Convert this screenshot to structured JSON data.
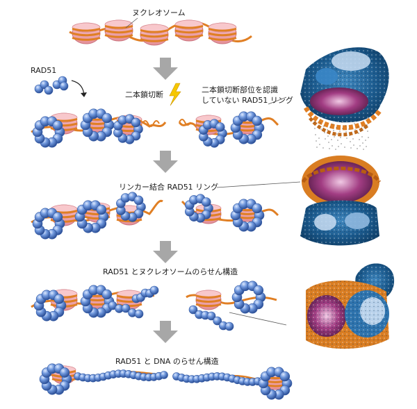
{
  "labels": {
    "nucleosome": "ヌクレオソーム",
    "rad51": "RAD51",
    "dsb": "二本鎖切断",
    "ring_not_recognizing": [
      "二本鎖切断部位を認識",
      "していない RAD51 リング"
    ],
    "linker_ring": "リンカー結合 RAD51 リング",
    "rad51_nuc_helix": "RAD51 とヌクレオソームのらせん構造",
    "rad51_dna_helix": "RAD51 と DNA のらせん構造"
  },
  "colors": {
    "dna": "#e07f24",
    "histone": "#f2a7ad",
    "histone_edge": "#c9737d",
    "rad51": "#5b86cf",
    "rad51_light": "#9dbcf0",
    "rad51_dark": "#2f57a3",
    "arrow": "#a7a7a7",
    "lightning": "#f6c700",
    "em_blue": "#1f5f96",
    "em_light": "#c9ddf2",
    "em_magenta": "#9b2f77"
  }
}
